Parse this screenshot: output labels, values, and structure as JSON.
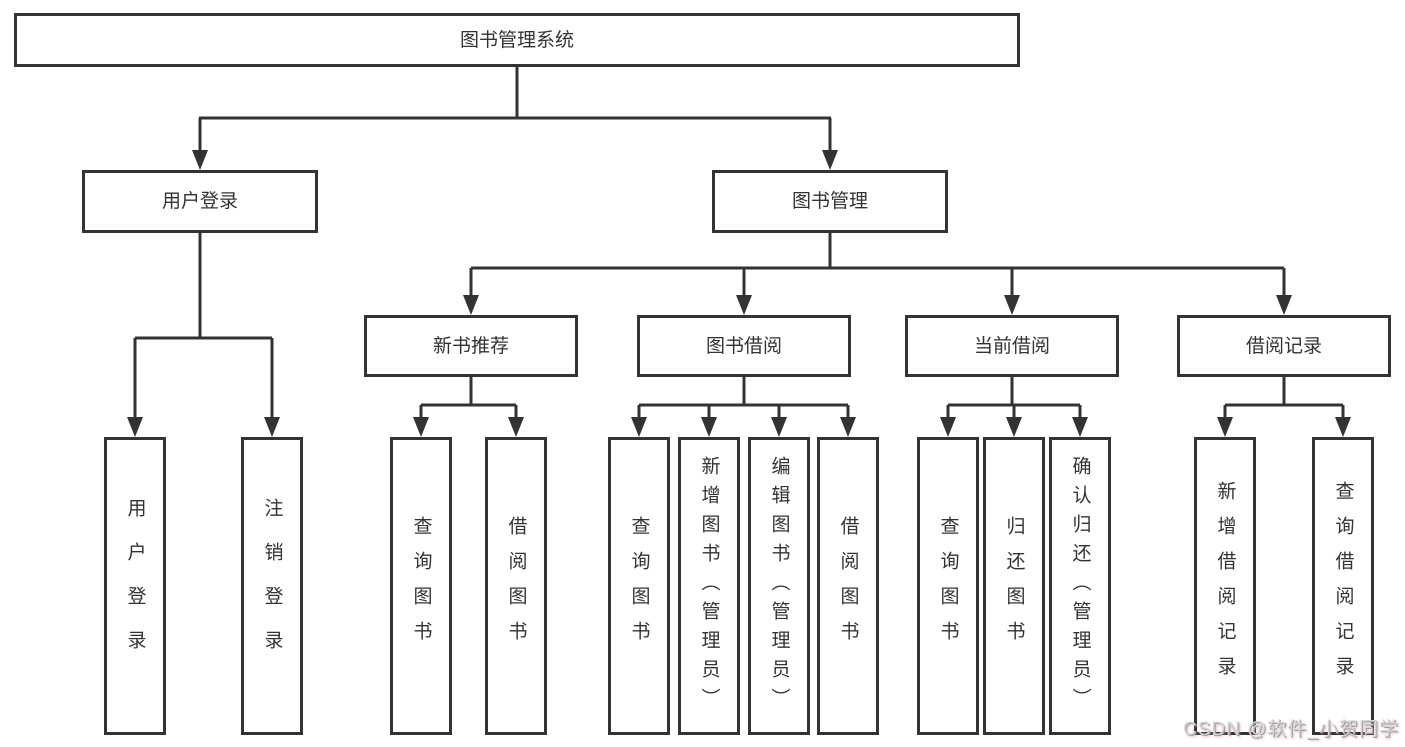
{
  "colors": {
    "line": "#333333",
    "box_border": "#333333",
    "text": "#333333",
    "background": "#ffffff",
    "watermark_text": "#d6d6d6"
  },
  "watermark": "CSDN @软件_小贺同学",
  "tree": {
    "root": {
      "label": "图书管理系统"
    },
    "branches": [
      {
        "label": "用户登录",
        "children": [
          "用户登录",
          "注销登录"
        ]
      },
      {
        "label": "图书管理",
        "sections": [
          {
            "label": "新书推荐",
            "children": [
              "查询图书",
              "借阅图书"
            ]
          },
          {
            "label": "图书借阅",
            "children": [
              "查询图书",
              "新增图书（管理员）",
              "编辑图书（管理员）",
              "借阅图书"
            ]
          },
          {
            "label": "当前借阅",
            "children": [
              "查询图书",
              "归还图书",
              "确认归还（管理员）"
            ]
          },
          {
            "label": "借阅记录",
            "children": [
              "新增借阅记录",
              "查询借阅记录"
            ]
          }
        ]
      }
    ]
  }
}
